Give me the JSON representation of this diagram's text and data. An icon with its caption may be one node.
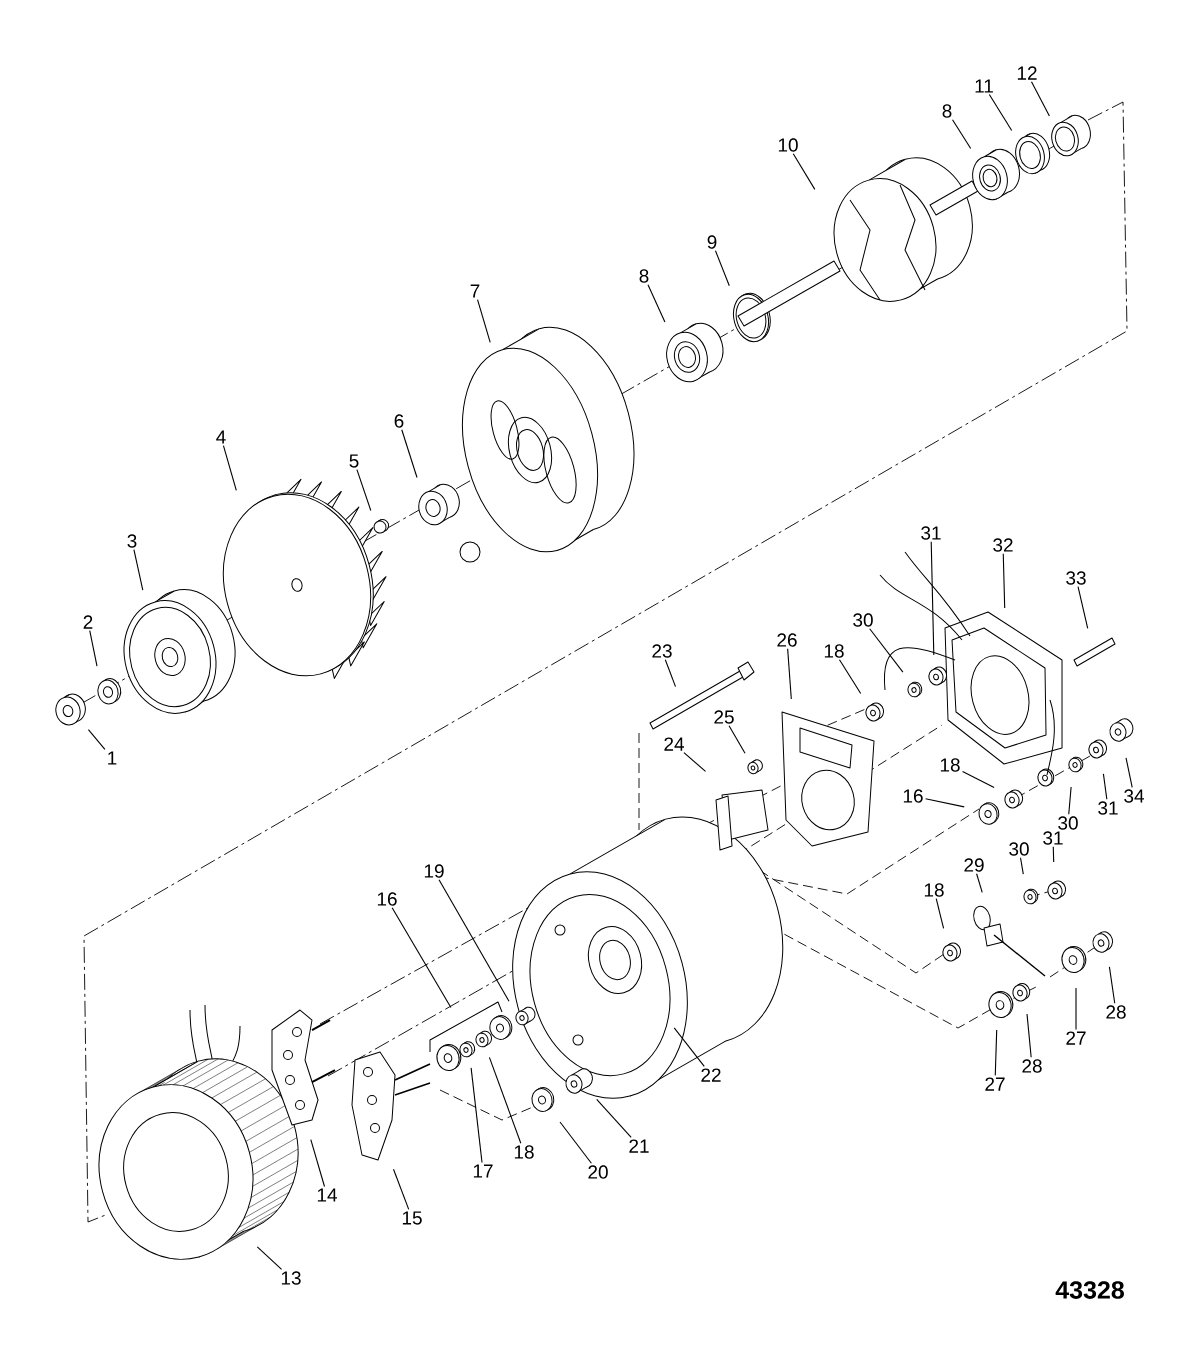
{
  "diagram": {
    "nodes": [
      {
        "text": [
          "1"
        ]
      },
      {
        "text": [
          "2"
        ]
      },
      {
        "text": [
          "3"
        ]
      },
      {
        "text": [
          "4"
        ]
      },
      {
        "text": [
          "5"
        ]
      },
      {
        "text": [
          "6"
        ]
      },
      {
        "text": [
          "7"
        ]
      },
      {
        "text": [
          "8"
        ]
      },
      {
        "text": [
          "9"
        ]
      },
      {
        "text": [
          "10"
        ]
      },
      {
        "text": [
          "8"
        ]
      },
      {
        "text": [
          "11"
        ]
      },
      {
        "text": [
          "12"
        ]
      },
      {
        "text": [
          "13"
        ]
      },
      {
        "text": [
          "14"
        ]
      },
      {
        "text": [
          "15"
        ]
      },
      {
        "text": [
          "16"
        ]
      },
      {
        "text": [
          "19"
        ]
      },
      {
        "text": [
          "17"
        ]
      },
      {
        "text": [
          "18"
        ]
      },
      {
        "text": [
          "20"
        ]
      },
      {
        "text": [
          "21"
        ]
      },
      {
        "text": [
          "22"
        ]
      },
      {
        "text": [
          "23"
        ]
      },
      {
        "text": [
          "24"
        ]
      },
      {
        "text": [
          "25"
        ]
      },
      {
        "text": [
          "26"
        ]
      },
      {
        "text": [
          "18"
        ]
      },
      {
        "text": [
          "30"
        ]
      },
      {
        "text": [
          "31"
        ]
      },
      {
        "text": [
          "32"
        ]
      },
      {
        "text": [
          "33"
        ]
      },
      {
        "text": [
          "18"
        ]
      },
      {
        "text": [
          "16"
        ]
      },
      {
        "text": [
          "30"
        ]
      },
      {
        "text": [
          "31"
        ]
      },
      {
        "text": [
          "34"
        ]
      },
      {
        "text": [
          "30"
        ]
      },
      {
        "text": [
          "31"
        ]
      },
      {
        "text": [
          "29"
        ]
      },
      {
        "text": [
          "18"
        ]
      },
      {
        "text": [
          "27"
        ]
      },
      {
        "text": [
          "28"
        ]
      },
      {
        "text": [
          "27"
        ]
      },
      {
        "text": [
          "28"
        ]
      }
    ],
    "edges": [
      {
        "from": 0,
        "to": null,
        "arrow": "none"
      },
      {
        "from": 1,
        "to": null,
        "arrow": "none"
      },
      {
        "from": 2,
        "to": null,
        "arrow": "none"
      },
      {
        "from": 3,
        "to": null,
        "arrow": "none"
      },
      {
        "from": 4,
        "to": null,
        "arrow": "none"
      },
      {
        "from": 5,
        "to": null,
        "arrow": "none"
      },
      {
        "from": 6,
        "to": null,
        "arrow": "none"
      },
      {
        "from": 7,
        "to": null,
        "arrow": "none"
      },
      {
        "from": 8,
        "to": null,
        "arrow": "none"
      },
      {
        "from": 9,
        "to": null,
        "arrow": "none"
      },
      {
        "from": 10,
        "to": null,
        "arrow": "none"
      },
      {
        "from": 11,
        "to": null,
        "arrow": "none"
      },
      {
        "from": 12,
        "to": null,
        "arrow": "none"
      },
      {
        "from": 13,
        "to": null,
        "arrow": "none"
      },
      {
        "from": 14,
        "to": null,
        "arrow": "none"
      },
      {
        "from": 15,
        "to": null,
        "arrow": "none"
      },
      {
        "from": 16,
        "to": null,
        "arrow": "none"
      },
      {
        "from": 17,
        "to": null,
        "arrow": "none"
      },
      {
        "from": 18,
        "to": null,
        "arrow": "none"
      },
      {
        "from": 19,
        "to": null,
        "arrow": "none"
      },
      {
        "from": 20,
        "to": null,
        "arrow": "none"
      },
      {
        "from": 21,
        "to": null,
        "arrow": "none"
      },
      {
        "from": 22,
        "to": null,
        "arrow": "none"
      },
      {
        "from": 23,
        "to": null,
        "arrow": "none"
      },
      {
        "from": 24,
        "to": null,
        "arrow": "none"
      },
      {
        "from": 25,
        "to": null,
        "arrow": "none"
      },
      {
        "from": 26,
        "to": null,
        "arrow": "none"
      },
      {
        "from": 27,
        "to": null,
        "arrow": "none"
      },
      {
        "from": 28,
        "to": null,
        "arrow": "none"
      },
      {
        "from": 29,
        "to": null,
        "arrow": "none"
      },
      {
        "from": 30,
        "to": null,
        "arrow": "none"
      },
      {
        "from": 31,
        "to": null,
        "arrow": "none"
      },
      {
        "from": 32,
        "to": null,
        "arrow": "none"
      },
      {
        "from": 33,
        "to": null,
        "arrow": "none"
      },
      {
        "from": 34,
        "to": null,
        "arrow": "none"
      },
      {
        "from": 35,
        "to": null,
        "arrow": "none"
      },
      {
        "from": 36,
        "to": null,
        "arrow": "none"
      },
      {
        "from": 37,
        "to": null,
        "arrow": "none"
      },
      {
        "from": 38,
        "to": null,
        "arrow": "none"
      },
      {
        "from": 39,
        "to": null,
        "arrow": "none"
      },
      {
        "from": 40,
        "to": null,
        "arrow": "none"
      },
      {
        "from": 41,
        "to": null,
        "arrow": "none"
      },
      {
        "from": 42,
        "to": null,
        "arrow": "none"
      },
      {
        "from": 43,
        "to": null,
        "arrow": "none"
      },
      {
        "from": 44,
        "to": null,
        "arrow": "none"
      }
    ],
    "labels": [
      "43328"
    ]
  }
}
